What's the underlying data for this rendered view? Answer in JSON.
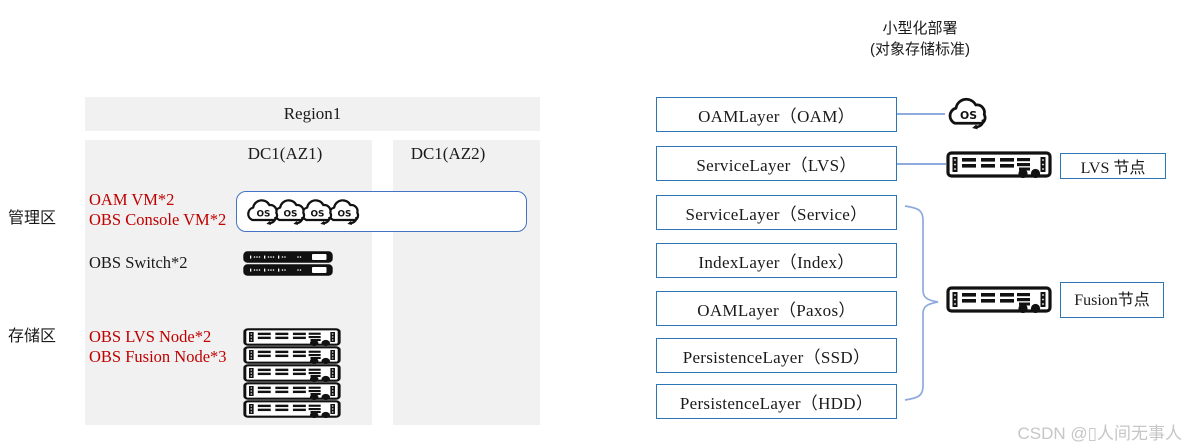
{
  "colors": {
    "accent_blue": "#2E75B6",
    "vm_rect_blue": "#4472C4",
    "bracket_blue": "#8FAADC",
    "red_text": "#C00000",
    "panel_gray": "#F1F1F1",
    "watermark_gray": "#C6C6C6",
    "icon_black": "#111111"
  },
  "left_panel": {
    "zone_labels": {
      "management": "管理区",
      "storage": "存储区"
    },
    "region_title": "Region1",
    "dc_az1": "DC1(AZ1)",
    "dc_az2": "DC1(AZ2)",
    "labels": {
      "oam_vm": "OAM VM*2",
      "obs_console_vm": "OBS Console VM*2",
      "obs_switch": "OBS Switch*2",
      "obs_lvs_node": "OBS LVS Node*2",
      "obs_fusion_node": "OBS Fusion Node*3"
    }
  },
  "right_panel": {
    "title_line1": "小型化部署",
    "title_line2": "(对象存储标准)",
    "layers": [
      "OAMLayer（OAM）",
      "ServiceLayer（LVS）",
      "ServiceLayer（Service）",
      "IndexLayer（Index）",
      "OAMLayer（Paxos）",
      "PersistenceLayer（SSD）",
      "PersistenceLayer（HDD）"
    ],
    "lvs_node_label": "LVS 节点",
    "fusion_node_label": "Fusion节点"
  },
  "icons": {
    "os_cloud_label": "OS"
  },
  "watermark": "CSDN @▯人间无事人"
}
